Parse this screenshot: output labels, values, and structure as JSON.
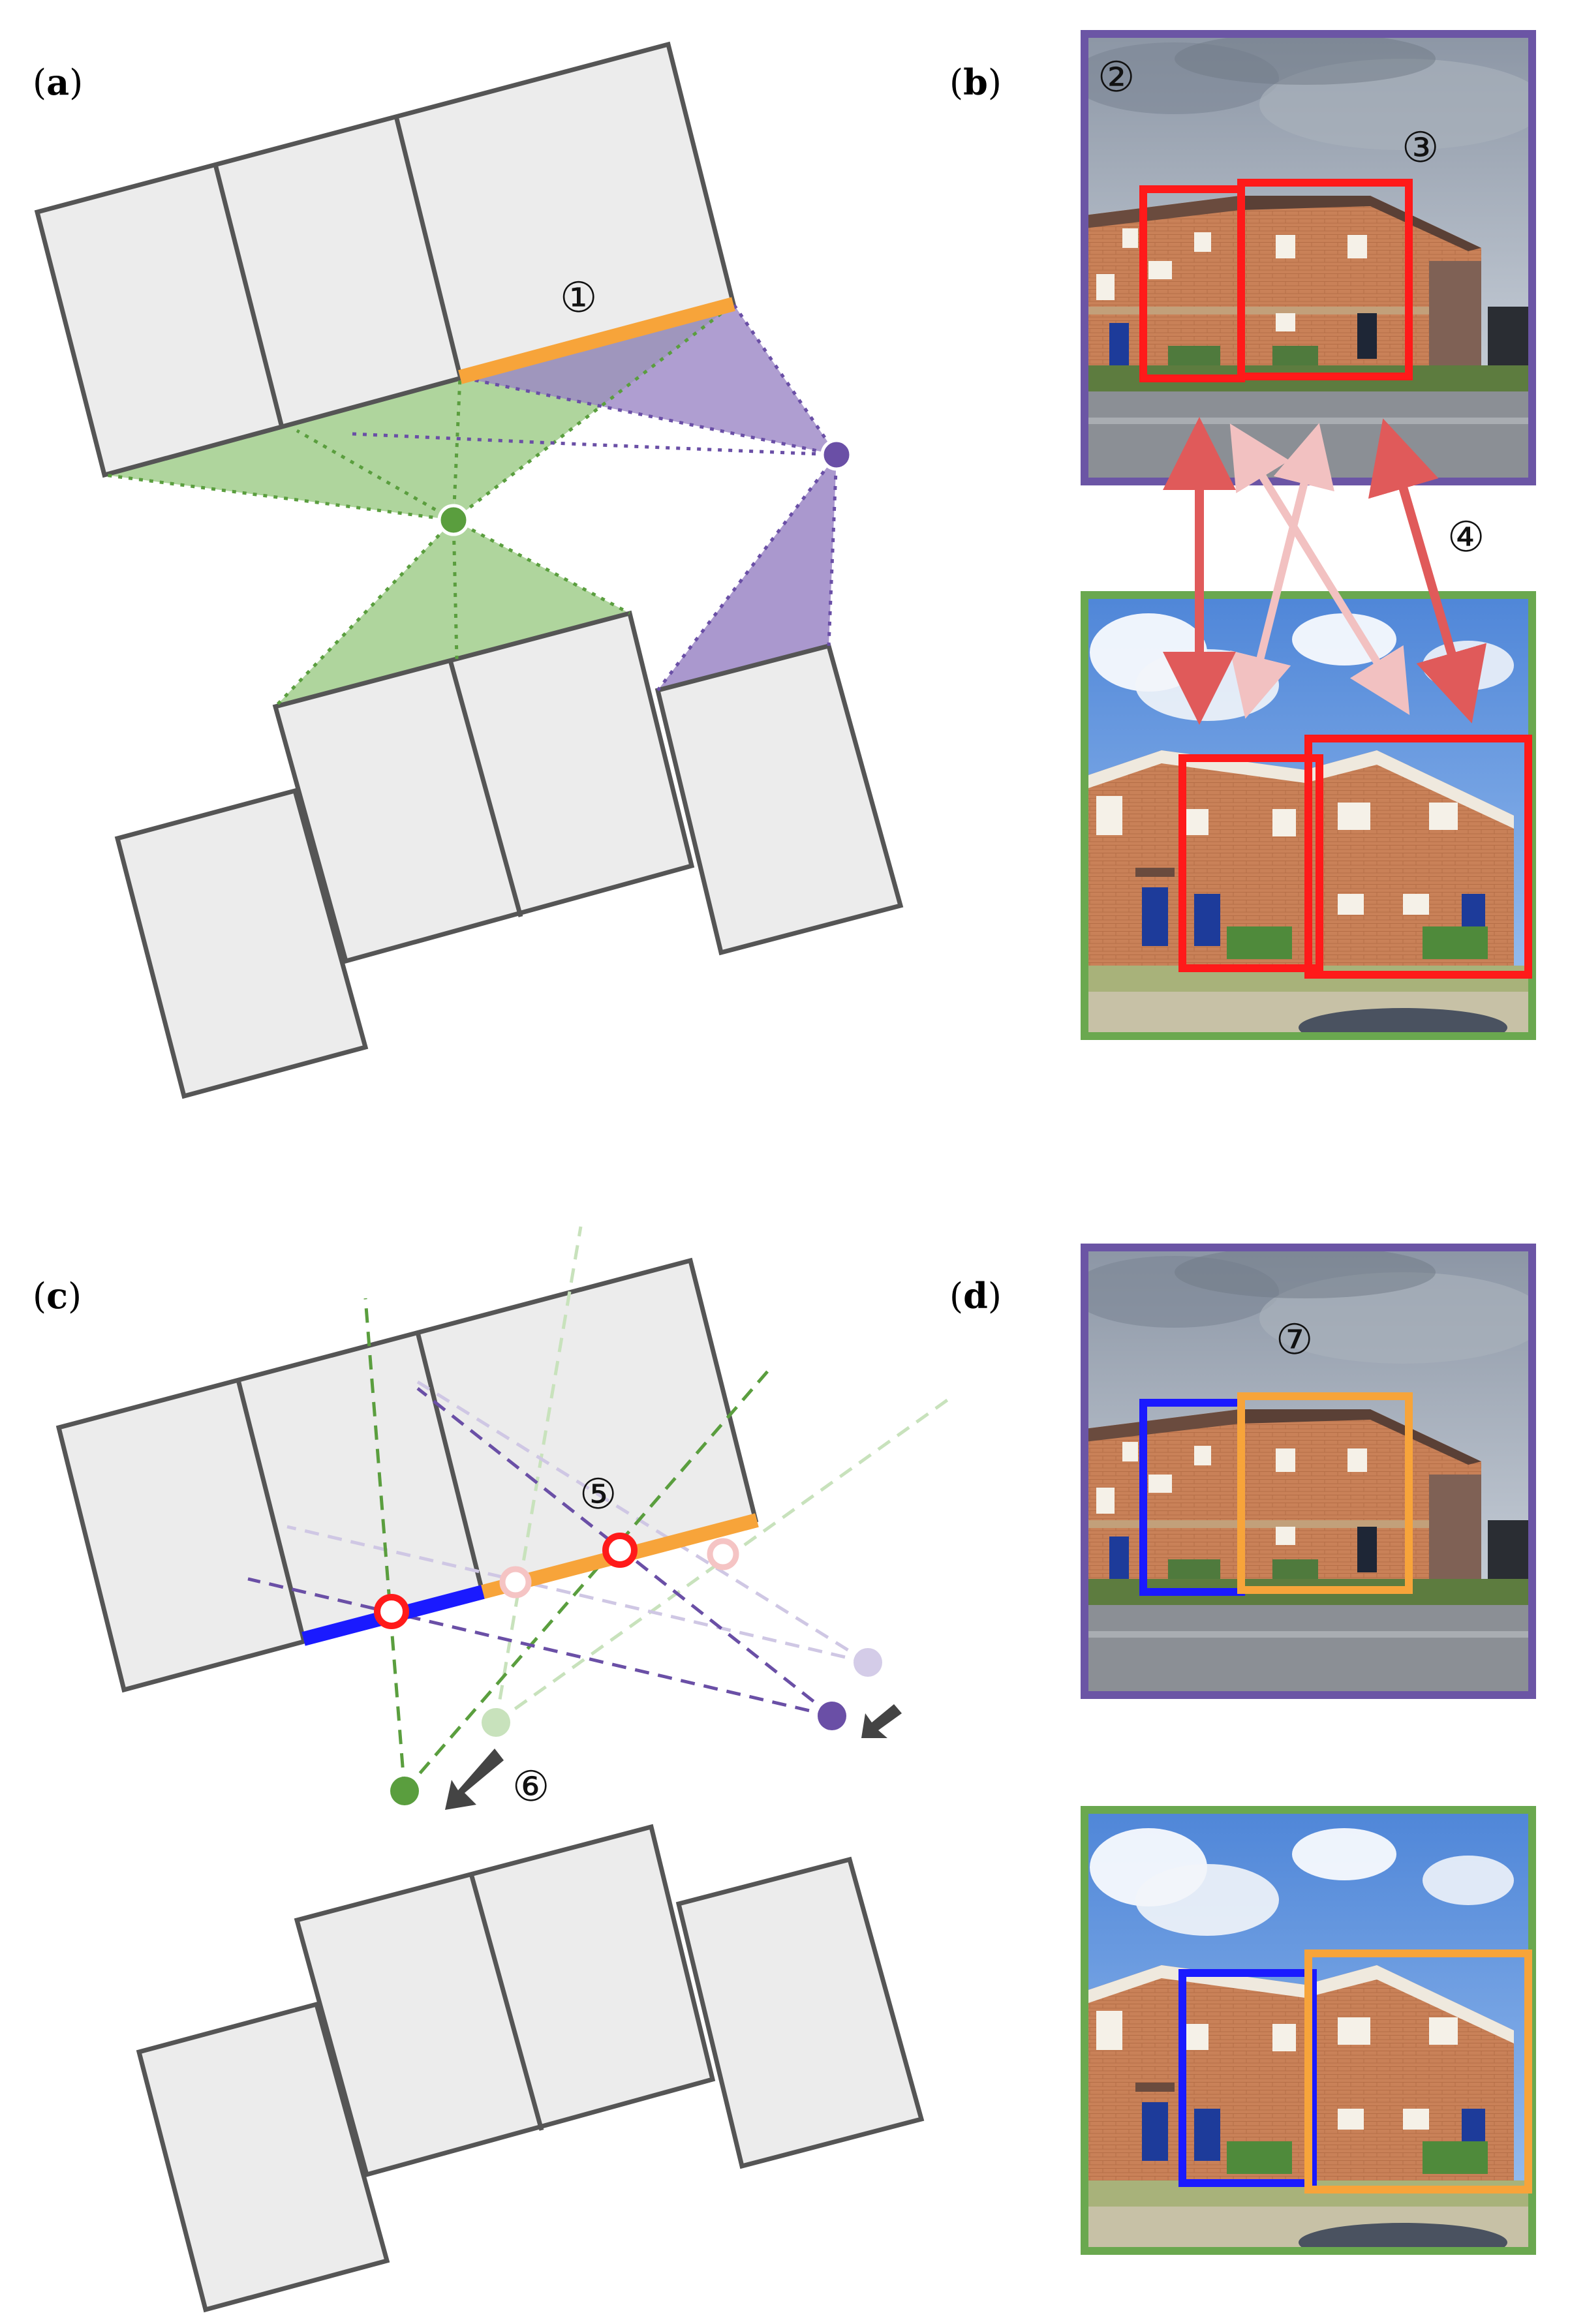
{
  "panels": {
    "a": {
      "open": "(",
      "letter": "a",
      "close": ")"
    },
    "b": {
      "open": "(",
      "letter": "b",
      "close": ")"
    },
    "c": {
      "open": "(",
      "letter": "c",
      "close": ")"
    },
    "d": {
      "open": "(",
      "letter": "d",
      "close": ")"
    }
  },
  "markers": {
    "m1": "①",
    "m2": "②",
    "m3": "③",
    "m4": "④",
    "m5": "⑤",
    "m6": "⑥",
    "m7": "⑦"
  },
  "colors": {
    "building_fill": "#ececec",
    "building_stroke": "#555555",
    "orange": "#f7a43a",
    "blue": "#1a1aff",
    "red": "#ff1a1a",
    "green_cam": "#5a9e3e",
    "purple_cam": "#6a4fa6",
    "green_fov": "#9bca85",
    "purple_fov": "#9b86c5",
    "match_arrow": "#e05a5a",
    "match_arrow_faint": "#f2c1c1",
    "frame_purple": "#6b55a5",
    "frame_green": "#6aa84f"
  },
  "icons": [
    "camera-green-icon",
    "camera-purple-icon",
    "move-arrow-icon",
    "intersection-ring-icon"
  ]
}
